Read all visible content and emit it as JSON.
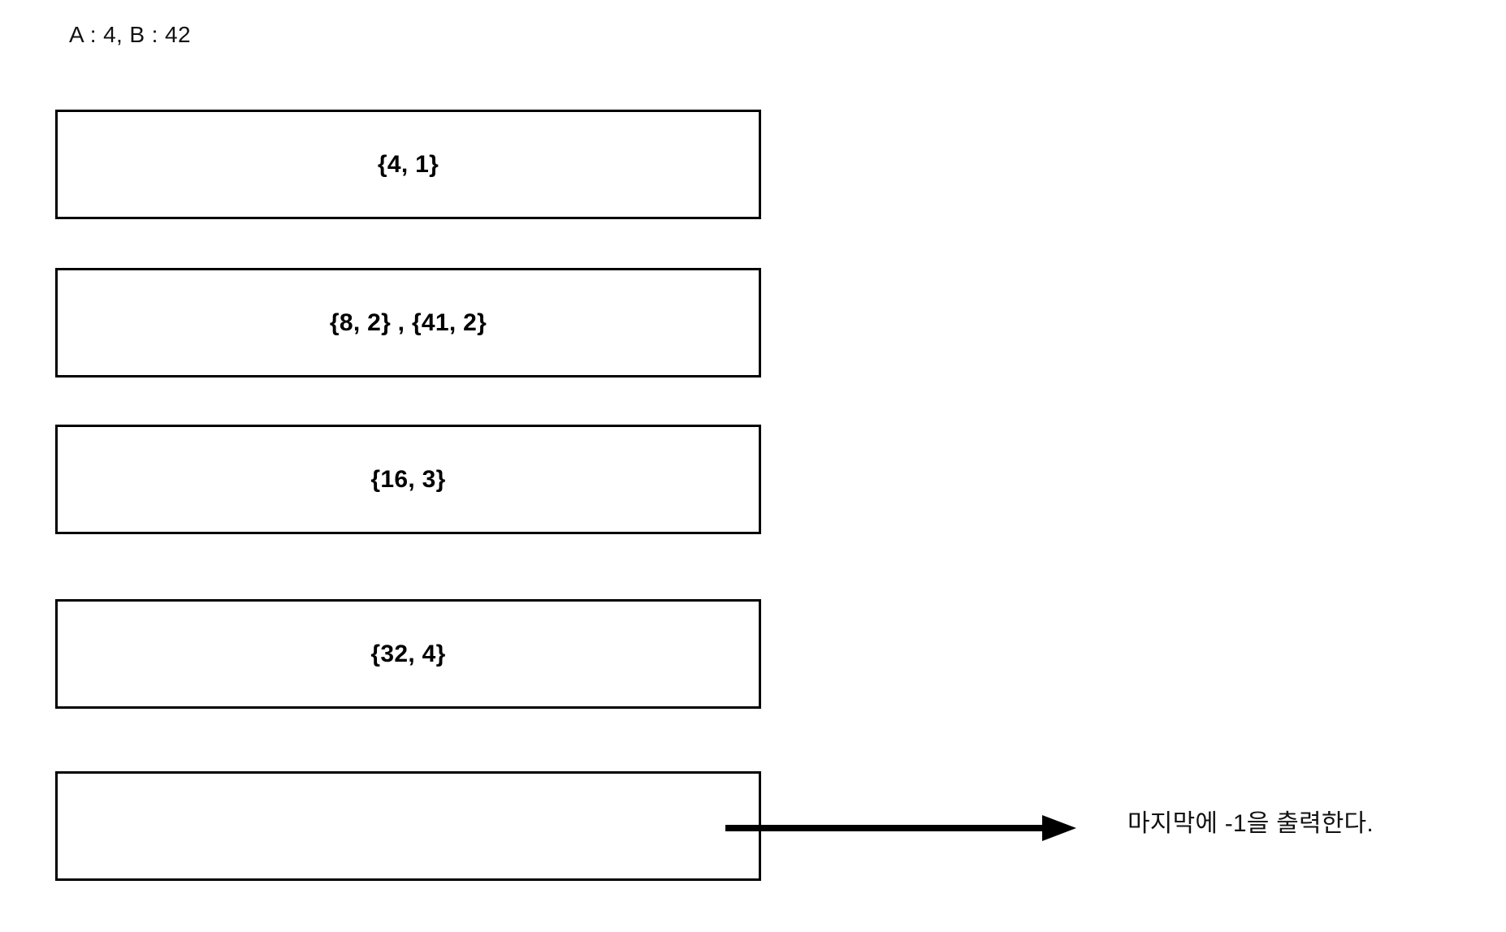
{
  "header": {
    "caption": "A : 4, B : 42"
  },
  "boxes": [
    {
      "label": "{4, 1}"
    },
    {
      "label": "{8, 2} , {41, 2}"
    },
    {
      "label": "{16, 3}"
    },
    {
      "label": "{32, 4}"
    },
    {
      "label": ""
    }
  ],
  "annotation": {
    "text": "마지막에 -1을 출력한다.",
    "arrow_icon": "right-arrow-icon"
  },
  "colors": {
    "stroke": "#000000",
    "background": "#ffffff",
    "text": "#111111"
  }
}
